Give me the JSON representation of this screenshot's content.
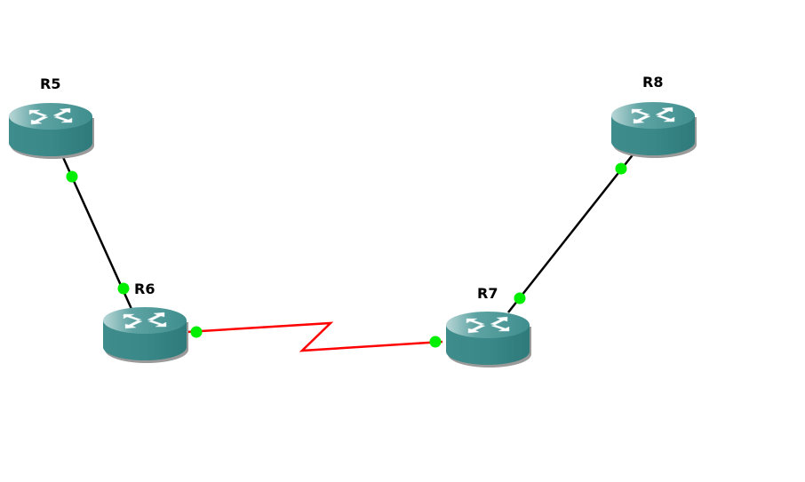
{
  "nodes": [
    {
      "id": "R5",
      "label": "R5",
      "type": "router"
    },
    {
      "id": "R6",
      "label": "R6",
      "type": "router"
    },
    {
      "id": "R7",
      "label": "R7",
      "type": "router"
    },
    {
      "id": "R8",
      "label": "R8",
      "type": "router"
    }
  ],
  "links": [
    {
      "from": "R5",
      "to": "R6",
      "kind": "ethernet",
      "color": "#000000",
      "status": "up"
    },
    {
      "from": "R6",
      "to": "R7",
      "kind": "serial",
      "color": "#ff0000",
      "status": "up"
    },
    {
      "from": "R7",
      "to": "R8",
      "kind": "ethernet",
      "color": "#000000",
      "status": "up"
    }
  ],
  "colors": {
    "router": "#3a8a8a",
    "status_up": "#00ee00",
    "serial_link": "#ff0000"
  }
}
